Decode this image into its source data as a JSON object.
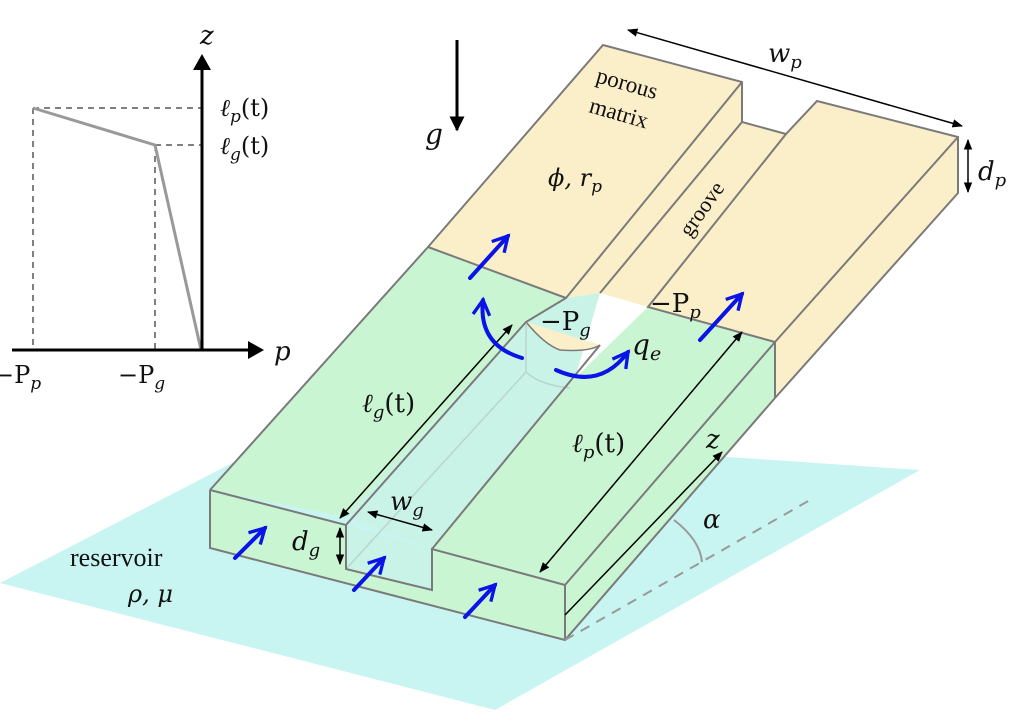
{
  "colors": {
    "porous": "#fbefc9",
    "wet": "#c9f5d2",
    "groove_water": "#c9f3e6",
    "reservoir": "#c8f5f2",
    "flow_arrow": "#0a14e6",
    "profile_line": "#999999",
    "axis": "#000000"
  },
  "inset_plot": {
    "x_axis_label": "p",
    "y_axis_label": "z",
    "y_ticks": [
      {
        "main": "ℓ",
        "sub": "p",
        "suffix": "(t)"
      },
      {
        "main": "ℓ",
        "sub": "g",
        "suffix": "(t)"
      }
    ],
    "x_ticks": [
      {
        "main": "−P",
        "sub": "p"
      },
      {
        "main": "−P",
        "sub": "g"
      }
    ],
    "profile": [
      {
        "p": "-P_p",
        "z": "l_p(t)"
      },
      {
        "p": "-P_g",
        "z": "l_g(t)"
      },
      {
        "p": "0",
        "z": "0"
      }
    ]
  },
  "labels": {
    "gravity": "g",
    "porous_line1": "porous",
    "porous_line2": "matrix",
    "porous_params": {
      "main": "ϕ, r",
      "sub": "p"
    },
    "groove": "groove",
    "width_porous": {
      "main": "w",
      "sub": "p"
    },
    "depth_porous": {
      "main": "d",
      "sub": "p"
    },
    "pressure_groove": {
      "main": "−P",
      "sub": "g"
    },
    "pressure_porous": {
      "main": "−P",
      "sub": "p"
    },
    "exchange_flux": {
      "main": "q",
      "sub": "e"
    },
    "length_groove": {
      "main": "ℓ",
      "sub": "g",
      "suffix": "(t)"
    },
    "length_porous": {
      "main": "ℓ",
      "sub": "p",
      "suffix": "(t)"
    },
    "axis_z": "z",
    "angle": "α",
    "width_groove": {
      "main": "w",
      "sub": "g"
    },
    "depth_groove": {
      "main": "d",
      "sub": "g"
    },
    "reservoir_line1": "reservoir",
    "reservoir_line2": "ρ, μ"
  }
}
